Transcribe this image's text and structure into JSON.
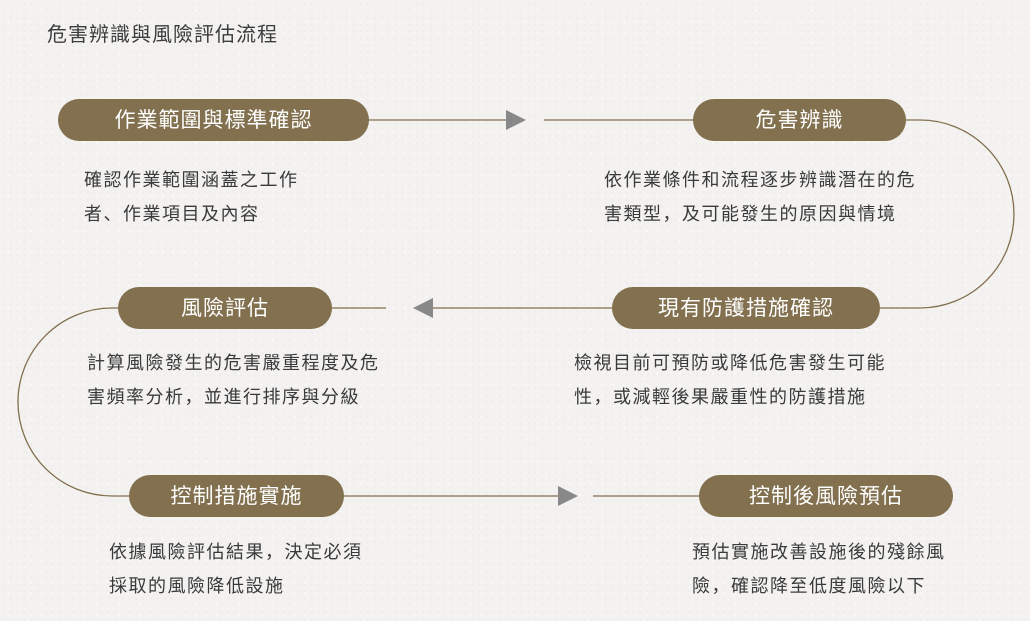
{
  "title": "危害辨識與風險評估流程",
  "colors": {
    "pill": "#82704f",
    "line": "#82704f",
    "arrow": "#888888",
    "text": "#3a3a3a",
    "background": "#f3f2f0"
  },
  "steps": [
    {
      "label": "作業範圍與標準確認",
      "desc_line1": "確認作業範圍涵蓋之工作",
      "desc_line2": "者、作業項目及內容"
    },
    {
      "label": "危害辨識",
      "desc_line1": "依作業條件和流程逐步辨識潛在的危",
      "desc_line2": "害類型，及可能發生的原因與情境"
    },
    {
      "label": "現有防護措施確認",
      "desc_line1": "檢視目前可預防或降低危害發生可能",
      "desc_line2": "性，或減輕後果嚴重性的防護措施"
    },
    {
      "label": "風險評估",
      "desc_line1": "計算風險發生的危害嚴重程度及危",
      "desc_line2": "害頻率分析，並進行排序與分級"
    },
    {
      "label": "控制措施實施",
      "desc_line1": "依據風險評估結果，決定必須",
      "desc_line2": "採取的風險降低設施"
    },
    {
      "label": "控制後風險預估",
      "desc_line1": "預估實施改善設施後的殘餘風",
      "desc_line2": "險，確認降至低度風險以下"
    }
  ]
}
